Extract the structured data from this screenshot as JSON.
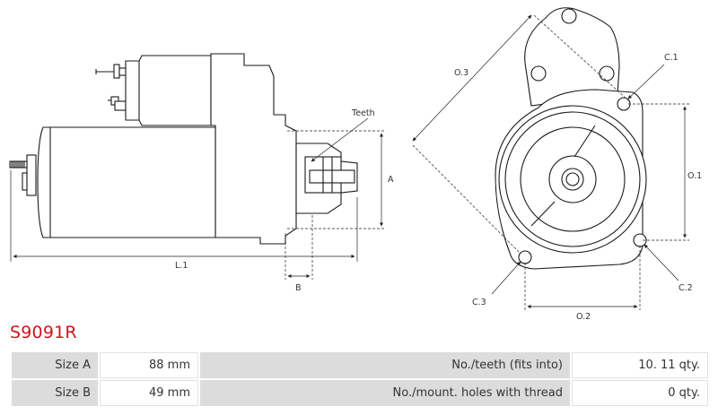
{
  "title": "S9091R",
  "diagram": {
    "teeth_label": "Teeth",
    "dim_a": "A",
    "dim_b": "B",
    "dim_l1": "L.1",
    "dim_o1": "O.1",
    "dim_o2": "O.2",
    "dim_o3": "O.3",
    "dim_c1": "C.1",
    "dim_c2": "C.2",
    "dim_c3": "C.3"
  },
  "specs": [
    {
      "label1": "Size A",
      "value1": "88 mm",
      "label2": "No./teeth (fits into)",
      "value2": "10. 11 qty."
    },
    {
      "label1": "Size B",
      "value1": "49 mm",
      "label2": "No./mount. holes with thread",
      "value2": "0 qty."
    }
  ],
  "colors": {
    "title": "#d0141c",
    "label_bg": "#dcdcdc",
    "line": "#1a1a1a"
  }
}
